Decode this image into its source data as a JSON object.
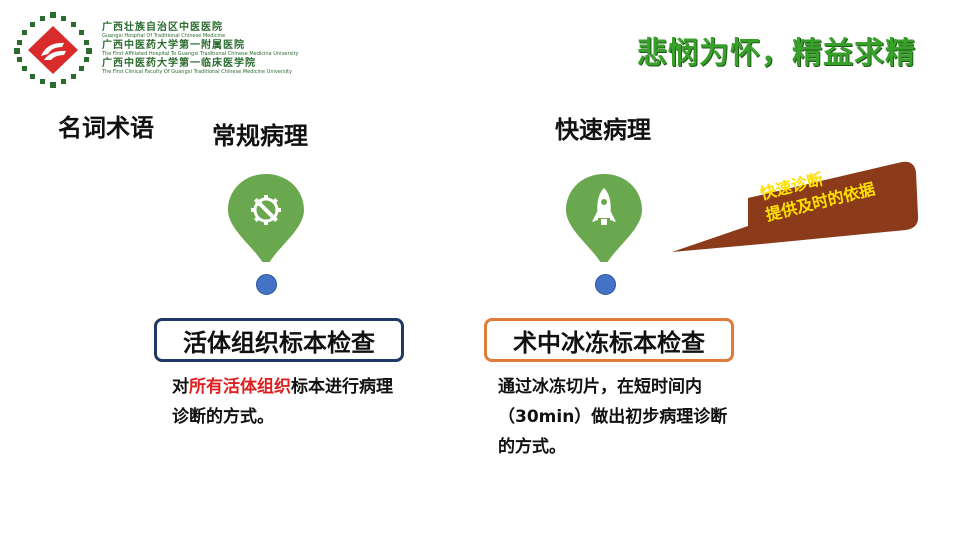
{
  "header": {
    "logo_lines": [
      {
        "cn": "广西壮族自治区中医医院",
        "en": "Guangxi Hospital Of Traditional Chinese Medicine"
      },
      {
        "cn": "广西中医药大学第一附属医院",
        "en": "The First Affiliated Hospital To Guangxi Traditional Chinese Medicine University"
      },
      {
        "cn": "广西中医药大学第一临床医学院",
        "en": "The First Clinical Faculty Of Guangxi Traditional Chinese Medicine University"
      }
    ],
    "slogan": "悲悯为怀，精益求精"
  },
  "section_title": "名词术语",
  "columns": [
    {
      "title": "常规病理",
      "icon": "gear-wrench-icon",
      "term": "活体组织标本检查",
      "desc_prefix": "对",
      "desc_highlight": "所有活体组织",
      "desc_suffix": "标本进行病理诊断的方式。"
    },
    {
      "title": "快速病理",
      "icon": "rocket-icon",
      "term": "术中冰冻标本检查",
      "desc": "通过冰冻切片，在短时间内（30min）做出初步病理诊断的方式。"
    }
  ],
  "callout": {
    "line1": "快速诊断",
    "line2": "提供及时的依据"
  },
  "colors": {
    "pin_green": "#6aa84f",
    "dot_blue": "#4472c4",
    "box_navy": "#1f3864",
    "box_orange": "#e07b39",
    "callout_brown": "#8b3a1a",
    "callout_text": "#ffe000",
    "highlight_red": "#e02020",
    "slogan_green": "#3aa02c"
  }
}
